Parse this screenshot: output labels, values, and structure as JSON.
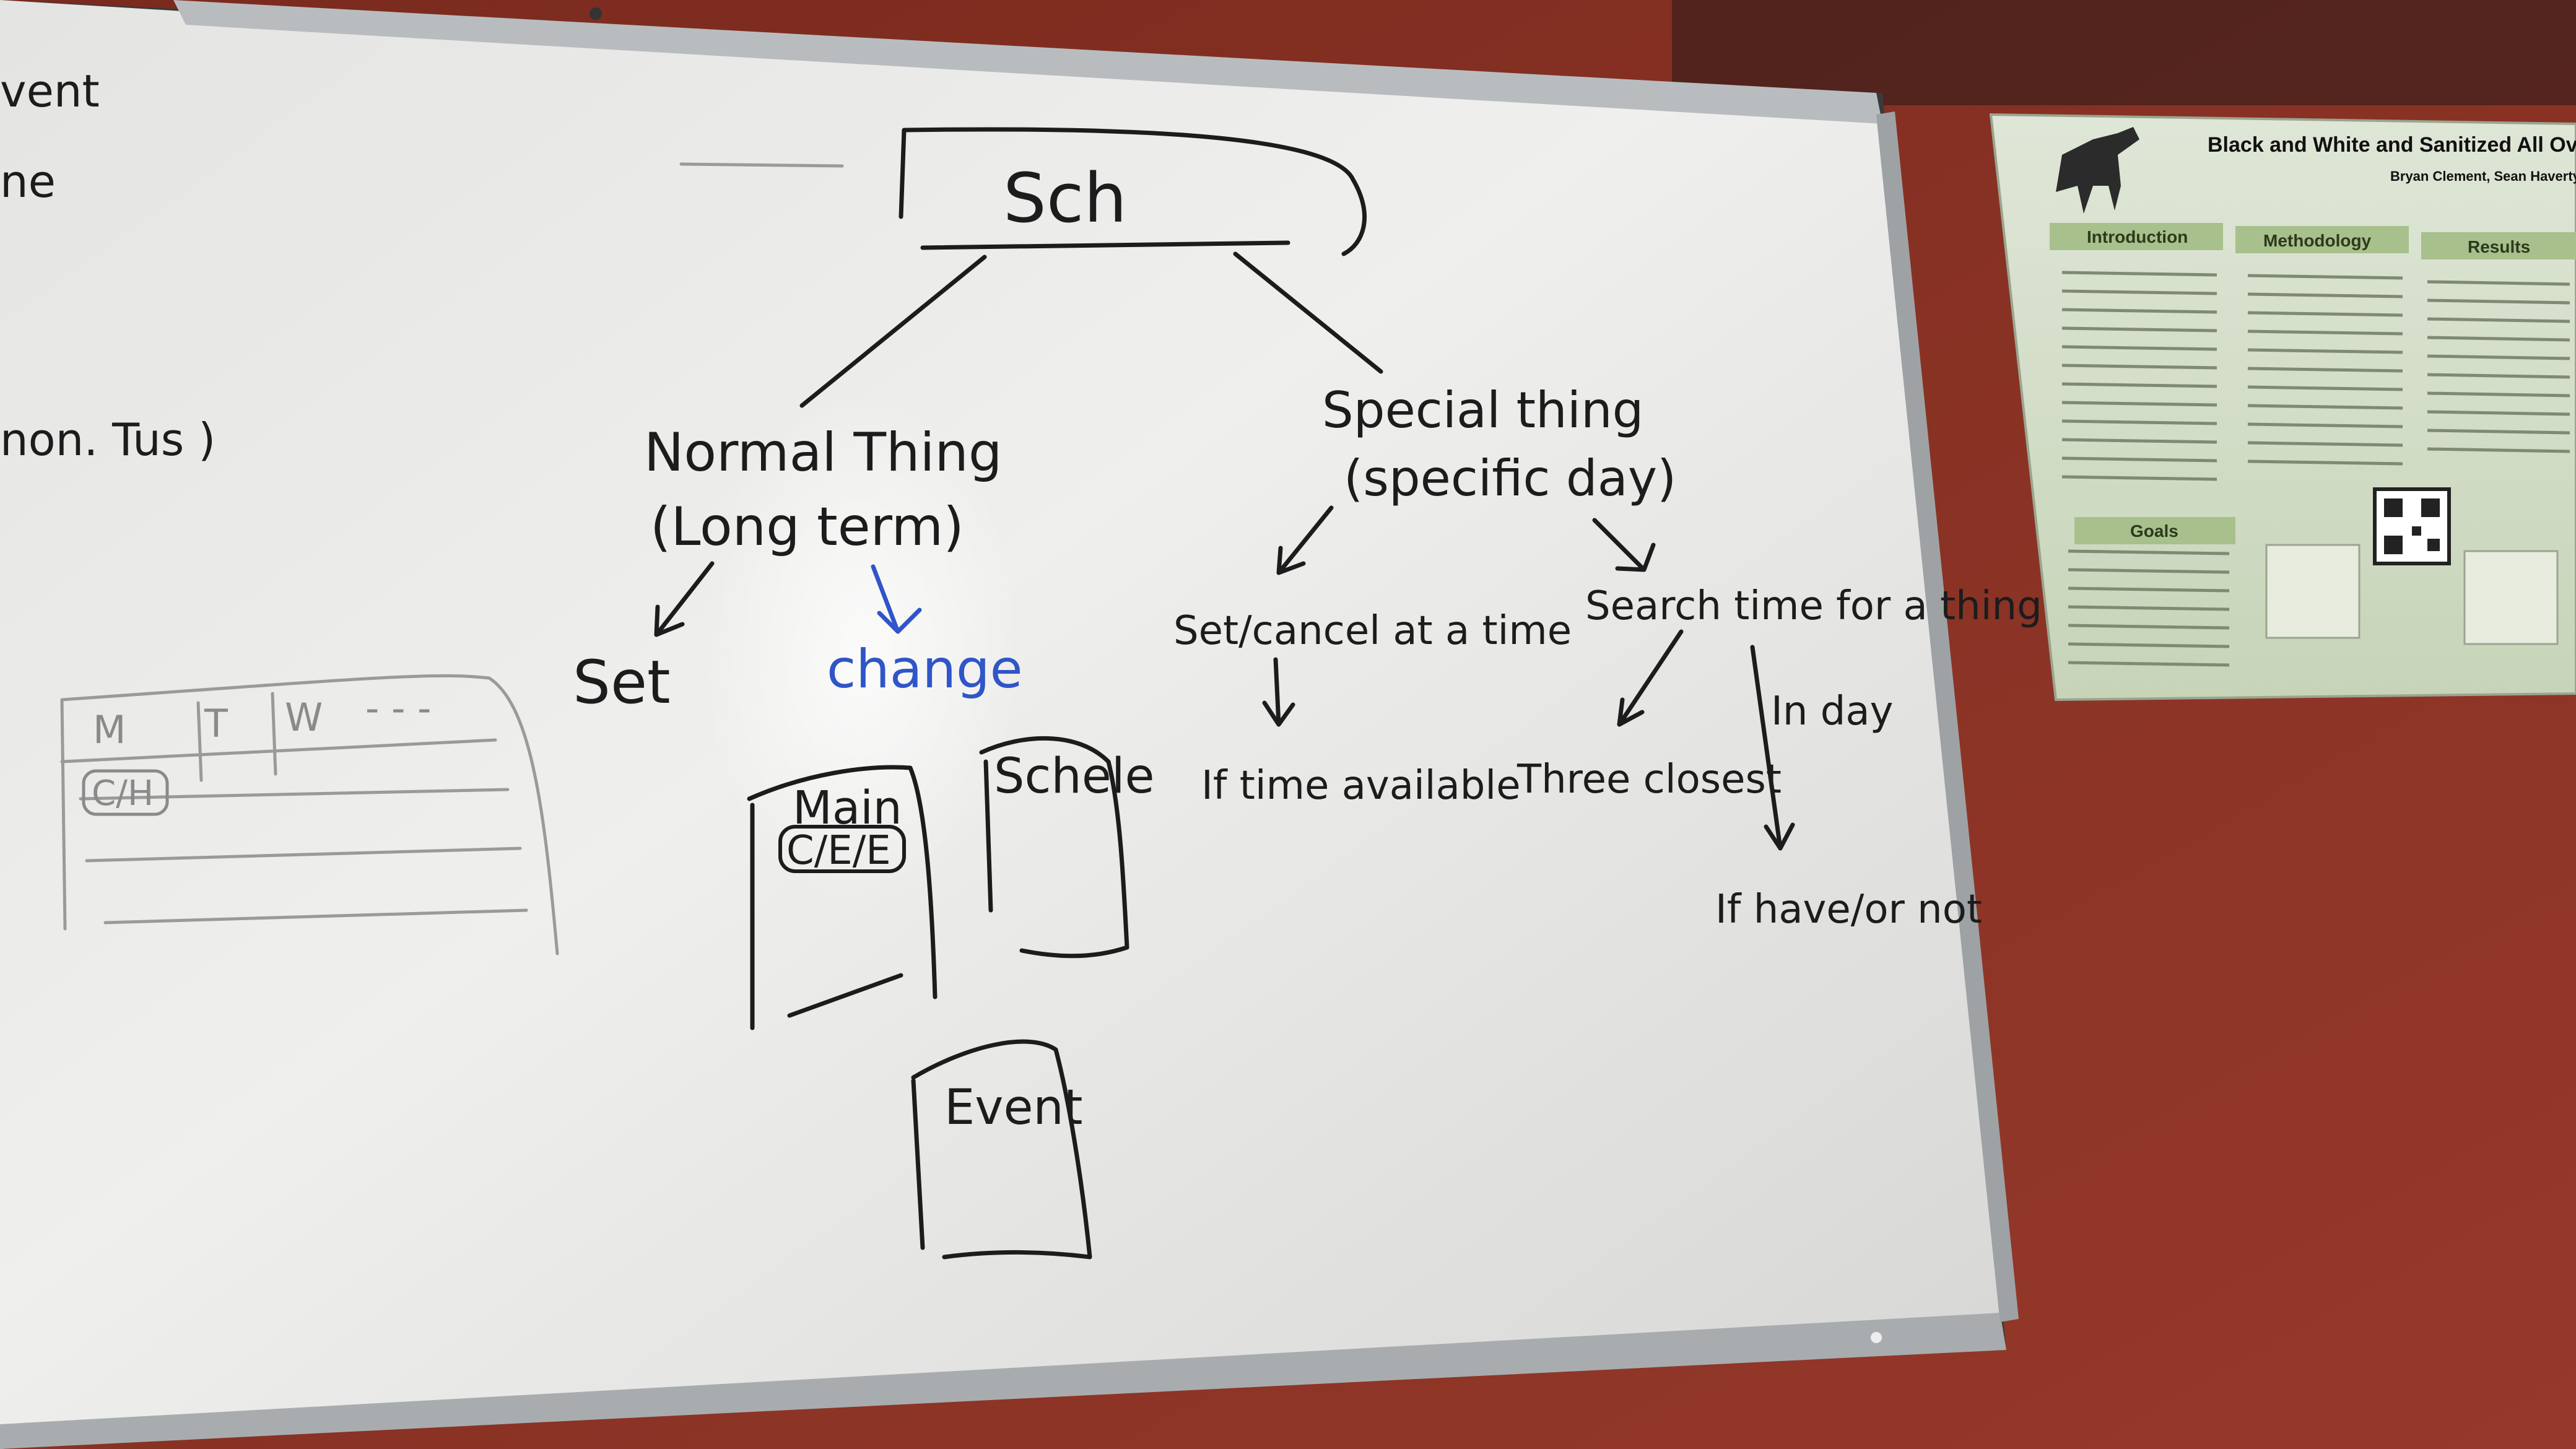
{
  "whiteboard": {
    "left_cutoff": [
      "vent",
      "ne",
      "non. Tus )"
    ],
    "root": "Sch",
    "normal": [
      "Normal Thing",
      "(Long term)"
    ],
    "special": [
      "Special thing",
      "(specific day)"
    ],
    "set": "Set",
    "change": "change",
    "set_cancel": "Set/cancel at a time",
    "search_time": "Search time for a thing",
    "if_time": "If time available",
    "three_closest": "Three closest",
    "in_day": "In day",
    "if_have": "If have/or not",
    "table_headers": [
      "M",
      "T",
      "W",
      "- - -"
    ],
    "table_cell": "C/H",
    "main_box": "Main",
    "main_sub": "C/E/E",
    "schedule_box": "Schele",
    "event_box": "Event"
  },
  "poster": {
    "title": "Black and White and Sanitized All Over:",
    "authors": "Bryan Clement, Sean Haverty",
    "sections": [
      "Introduction",
      "Methodology",
      "Results",
      "Goals"
    ]
  }
}
